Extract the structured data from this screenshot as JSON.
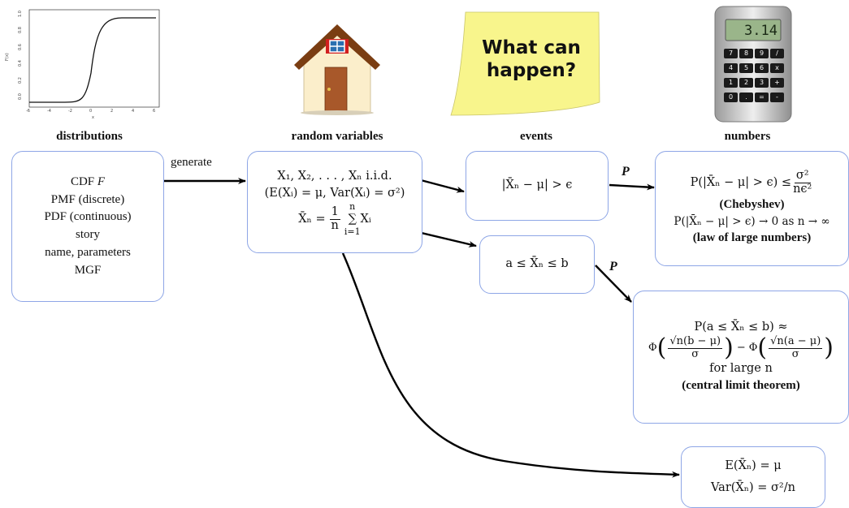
{
  "headers": {
    "distributions": "distributions",
    "random_variables": "random variables",
    "events": "events",
    "numbers": "numbers"
  },
  "sticky_note": {
    "line1": "What can",
    "line2": "happen?"
  },
  "calculator": {
    "display": "3.14",
    "keys": [
      "7",
      "8",
      "9",
      "/",
      "4",
      "5",
      "6",
      "x",
      "1",
      "2",
      "3",
      "+",
      "0",
      ".",
      "=",
      "-"
    ]
  },
  "distributions_box": {
    "line1": "CDF",
    "line1_var": "F",
    "line2": "PMF (discrete)",
    "line3": "PDF (continuous)",
    "line4": "story",
    "line5": "name, parameters",
    "line6": "MGF"
  },
  "random_variables_box": {
    "line1": "X₁, X₂, . . . , Xₙ i.i.d.",
    "line2": "(E(Xᵢ) = μ, Var(Xᵢ) = σ²)",
    "line3_left": "X̄ₙ =",
    "line3_frac_num": "1",
    "line3_frac_den": "n",
    "line3_sum": "∑ Xᵢ",
    "sum_upper": "n",
    "sum_lower": "i=1"
  },
  "events_box": {
    "text": "|X̄ₙ − μ| > ϵ"
  },
  "interval_box": {
    "text": "a ≤ X̄ₙ ≤ b"
  },
  "numbers_box_1": {
    "line1_left": "P(|X̄ₙ − μ| > ϵ) ≤",
    "line1_num": "σ²",
    "line1_den": "nϵ²",
    "line2": "(Chebyshev)",
    "line3": "P(|X̄ₙ − μ| > ϵ) → 0 as n → ∞",
    "line4": "(law of large numbers)"
  },
  "numbers_box_2": {
    "line1": "P(a ≤ X̄ₙ ≤ b) ≈",
    "phi": "Φ",
    "frac1_num": "√n(b − μ)",
    "frac1_den": "σ",
    "minus": "−",
    "frac2_num": "√n(a − μ)",
    "frac2_den": "σ",
    "line3": "for large n",
    "line4": "(central limit theorem)"
  },
  "numbers_box_3": {
    "line1": "E(X̄ₙ) = μ",
    "line2": "Var(X̄ₙ) = σ²/n"
  },
  "arrow_labels": {
    "generate": "generate",
    "p1": "P",
    "p2": "P"
  },
  "cdf_plot": {
    "x_ticks": [
      "-6",
      "-4",
      "-2",
      "0",
      "2",
      "4",
      "6"
    ],
    "y_ticks": [
      "0.0",
      "0.2",
      "0.4",
      "0.6",
      "0.8",
      "1.0"
    ],
    "y_label": "F(x)",
    "x_label": "x"
  },
  "colors": {
    "box_border": "#8ea6e6",
    "note": "#f8f58c",
    "house_wall": "#fbeecb",
    "roof": "#7a3d12",
    "door": "#a8582a",
    "window_frame": "#d11f1f"
  }
}
